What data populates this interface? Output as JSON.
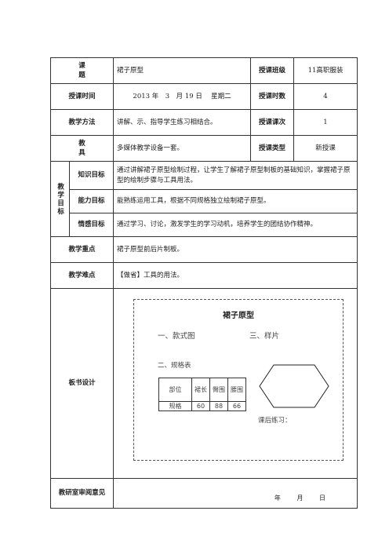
{
  "rows": {
    "course": {
      "label": "课　　题",
      "value": "裙子原型",
      "label2": "授课班级",
      "value2": "11高职服装"
    },
    "time": {
      "label": "授课时间",
      "value": "2013 年　3　月 19 日　 星期二",
      "label2": "授课时数",
      "value2": "4"
    },
    "method": {
      "label": "教学方法",
      "value": "讲解、示、指导学生练习相结合。",
      "label2": "授课课次",
      "value2": "1"
    },
    "tools": {
      "label": "教　　具",
      "value": "多媒体教学设备一套。",
      "label2": "授课类型",
      "value2": "新授课"
    }
  },
  "goals": {
    "group_label": "教学目标",
    "knowledge": {
      "label": "知识目标",
      "value": "通过讲解裙子原型绘制过程，让学生了解裙子原型制板的基础知识，掌握裙子原型的绘制步骤与工具用法。"
    },
    "ability": {
      "label": "能力目标",
      "value": "能熟练运用工具，根据不同规格独立绘制裙子原型。"
    },
    "emotion": {
      "label": "情感目标",
      "value": "通过学习、讨论，激发学生的学习动机，培养学生的团结协作精神。"
    }
  },
  "key_point": {
    "label": "教学重点",
    "value": "裙子原型前后片制板。"
  },
  "difficulty": {
    "label": "教学难点",
    "value": "【做省】工具的用法。"
  },
  "board": {
    "label": "板书设计",
    "title": "裙子原型",
    "left_heading": "一、款式图",
    "right_heading": "三、样片",
    "sub_heading": "二、规格表",
    "size_table": {
      "col0": "部位",
      "headers": [
        "裙长",
        "臀围",
        "腰围"
      ],
      "row_label": "规格",
      "values": [
        "60",
        "88",
        "66"
      ]
    },
    "after_class": "课后练习："
  },
  "review": {
    "label": "教研室审阅意见",
    "year": "年",
    "month": "月",
    "day": "日"
  }
}
